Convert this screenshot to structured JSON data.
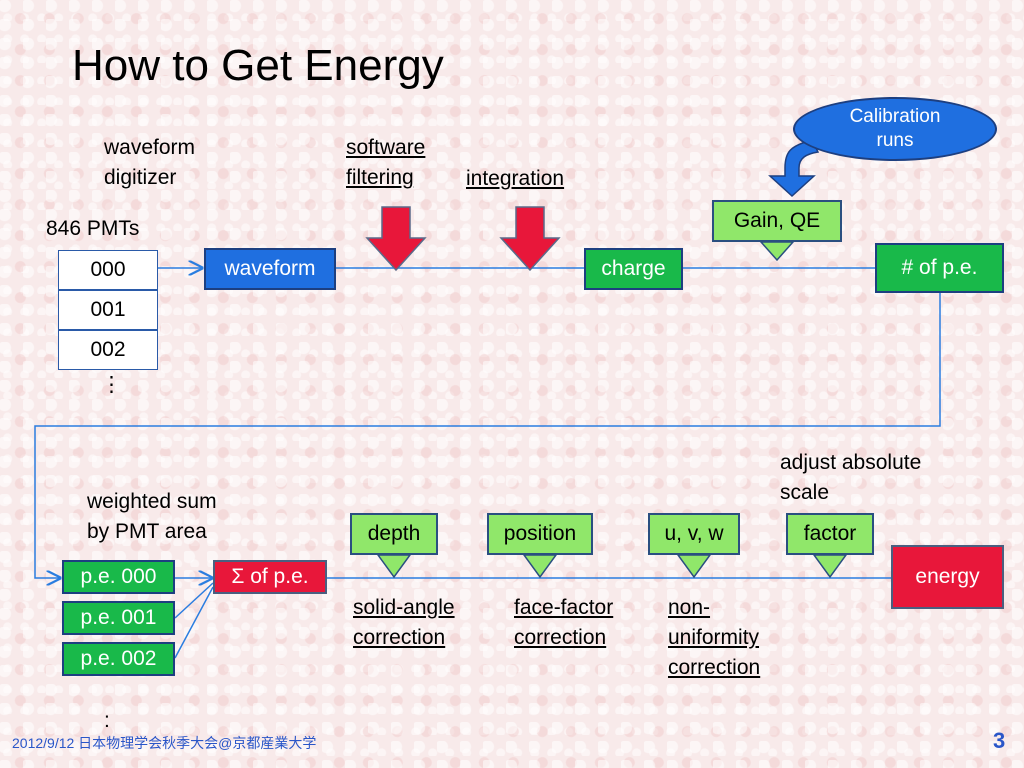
{
  "title": "How to Get Energy",
  "labels": {
    "waveform_digitizer": [
      "waveform",
      "digitizer"
    ],
    "software_filtering": [
      "software",
      "filtering"
    ],
    "integration": "integration",
    "pmts": "846 PMTs",
    "weighted_sum": [
      "weighted sum",
      "by PMT area"
    ],
    "adjust_scale": [
      "adjust absolute",
      "scale"
    ],
    "solid_angle": [
      "solid-angle",
      "correction"
    ],
    "face_factor": [
      "face-factor",
      "correction"
    ],
    "non_uniformity": [
      "non-",
      "uniformity",
      "correction"
    ]
  },
  "pmt_channels": [
    "000",
    "001",
    "002"
  ],
  "pmt_ellipsis": "⋮",
  "pe_channels": [
    "p.e. 000",
    "p.e. 001",
    "p.e. 002"
  ],
  "pe_ellipsis": ":",
  "nodes": {
    "waveform": "waveform",
    "charge": "charge",
    "gain_qe": "Gain, QE",
    "num_pe": "# of p.e.",
    "calibration": [
      "Calibration",
      "runs"
    ],
    "sum_pe": "Σ of p.e.",
    "depth": "depth",
    "position": "position",
    "uvw": "u, v, w",
    "factor": "factor",
    "energy": "energy"
  },
  "footer": {
    "date": "2012/9/12 日本物理学会秋季大会@京都産業大学",
    "page": "3"
  },
  "colors": {
    "line": "#2a7de0",
    "blue_box": "#1f6fe0",
    "green_box": "#19b94a",
    "light_green_box": "#90e76a",
    "red_box": "#e8173a",
    "red_arrow": "#e8173a"
  },
  "icons": [
    "down-arrow-icon",
    "curved-arrow-icon"
  ]
}
